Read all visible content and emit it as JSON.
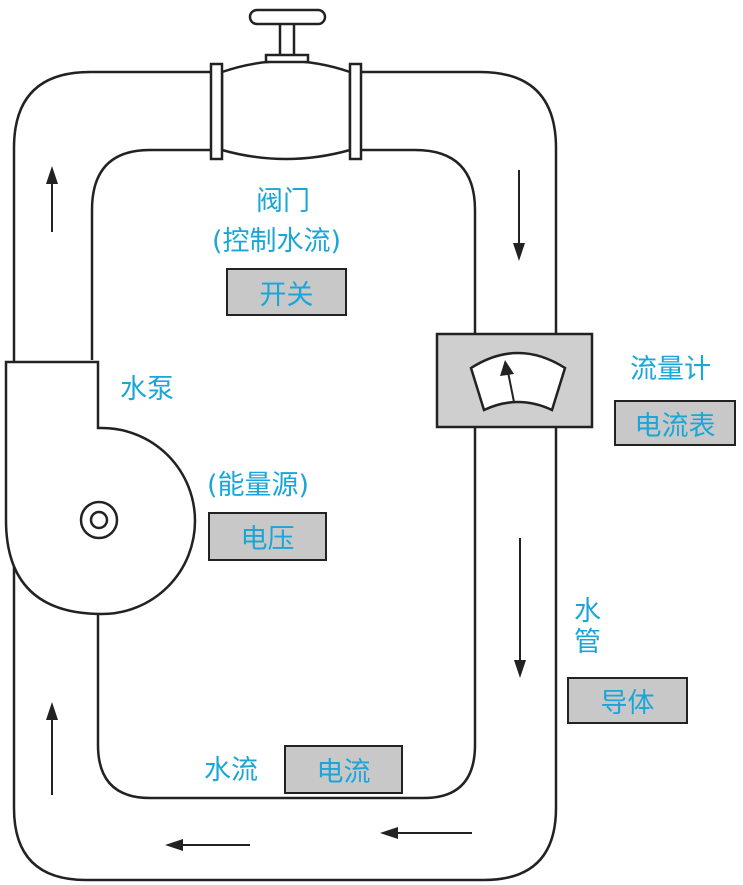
{
  "labels": {
    "valve": "阀门",
    "valve_role": "(控制水流)",
    "valve_analog": "开关",
    "pump": "水泵",
    "pump_role": "(能量源)",
    "pump_analog": "电压",
    "meter": "流量计",
    "meter_analog": "电流表",
    "pipe_chars": [
      "水",
      "管"
    ],
    "pipe_analog": "导体",
    "flow": "水流",
    "flow_analog": "电流"
  },
  "colors": {
    "label_text": "#1aa6d8",
    "box_fill": "#c8c8c8",
    "meter_fill": "#cfcfcf",
    "outline": "#222222"
  },
  "icons": [
    "valve-handwheel-icon",
    "pump-icon",
    "flow-meter-gauge-icon",
    "flow-arrow-icon"
  ]
}
